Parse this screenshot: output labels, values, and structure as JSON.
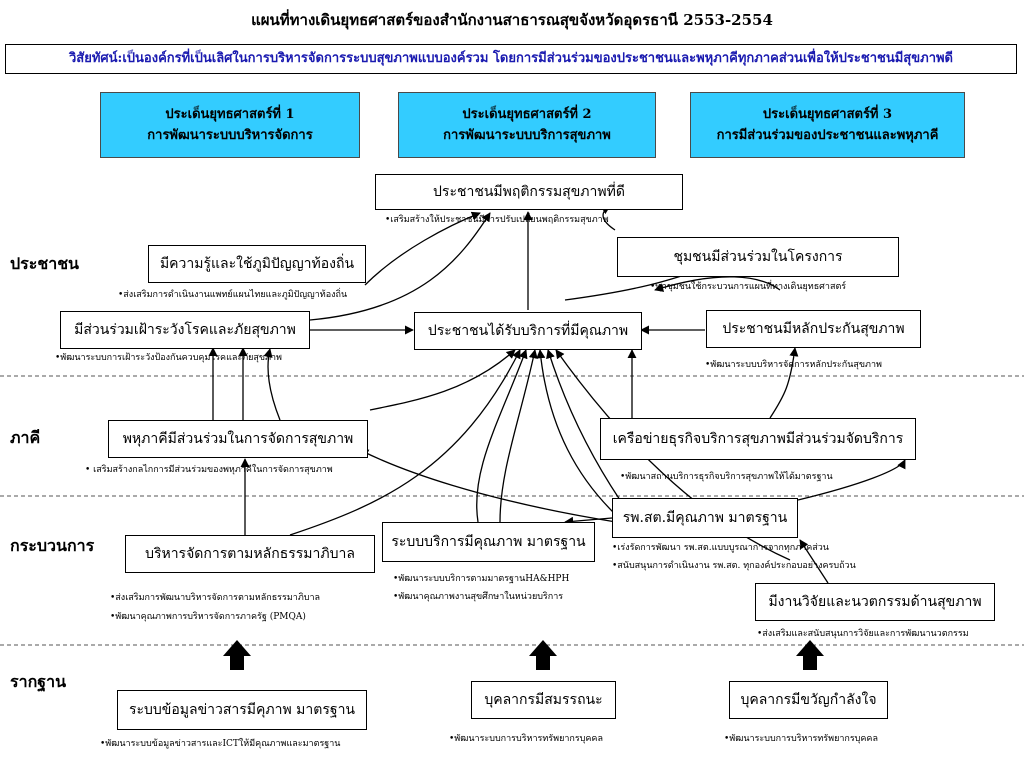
{
  "header": {
    "title": "แผนที่ทางเดินยุทธศาสตร์ของสำนักงานสาธารณสุขจังหวัดอุดรธานี 2553-2554",
    "vision": "วิสัยทัศน์:เป็นองค์กรที่เป็นเลิศในการบริหารจัดการระบบสุขภาพแบบองค์รวม โดยการมีส่วนร่วมของประชาชนและพหุภาคีทุกภาคส่วนเพื่อให้ประชาชนมีสุขภาพดี"
  },
  "issues": [
    {
      "line1": "ประเด็นยุทธศาสตร์ที่ 1",
      "line2": "การพัฒนาระบบบริหารจัดการ"
    },
    {
      "line1": "ประเด็นยุทธศาสตร์ที่ 2",
      "line2": "การพัฒนาระบบบริการสุขภาพ"
    },
    {
      "line1": "ประเด็นยุทธศาสตร์ที่ 3",
      "line2": "การมีส่วนร่วมของประชาชนและพหุภาคี"
    }
  ],
  "layers": {
    "people": "ประชาชน",
    "partners": "ภาคี",
    "process": "กระบวนการ",
    "foundation": "รากฐาน"
  },
  "people": {
    "good_behavior": "ประชาชนมีพฤติกรรมสุขภาพที่ดี",
    "good_behavior_note": "•เสริมสร้างให้ประชาชนมีการปรับเปลี่ยนพฤติกรรมสุขภาพ",
    "local_wisdom": "มีความรู้และใช้ภูมิปัญญาท้องถิ่น",
    "local_wisdom_note": "•ส่งเสริมการดำเนินงานแพทย์แผนไทยและภูมิปัญญาท้องถิ่น",
    "community": "ชุมชนมีส่วนร่วมในโครงการ",
    "community_note": "•ทุกชุมชนใช้กระบวนการแผนที่ทางเดินยุทธศาสตร์",
    "surveillance": "มีส่วนร่วมเฝ้าระวังโรคและภัยสุขภาพ",
    "surveillance_note": "•พัฒนาระบบการเฝ้าระวังป้องกันควบคุมโรคและภัยสุขภาพ",
    "quality_service": "ประชาชนได้รับบริการที่มีคุณภาพ",
    "insurance": "ประชาชนมีหลักประกันสุขภาพ",
    "insurance_note": "•พัฒนาระบบบริหารจัดการหลักประกันสุขภาพ"
  },
  "partners": {
    "participation": "พหุภาคีมีส่วนร่วมในการจัดการสุขภาพ",
    "participation_note": "• เสริมสร้างกลไกการมีส่วนร่วมของพหุภาคีในการจัดการสุขภาพ",
    "business": "เครือข่ายธุรกิจบริการสุขภาพมีส่วนร่วมจัดบริการ",
    "business_note": "•พัฒนาสถานบริการธุรกิจบริการสุขภาพให้ได้มาตรฐาน"
  },
  "process": {
    "governance": "บริหารจัดการตามหลักธรรมาภิบาล",
    "governance_note1": "•ส่งเสริมการพัฒนาบริหารจัดการตามหลักธรรมาภิบาล",
    "governance_note2": "•พัฒนาคุณภาพการบริหารจัดการภาครัฐ (PMQA)",
    "service_system": "ระบบบริการมีคุณภาพ มาตรฐาน",
    "service_system_note1": "•พัฒนาระบบบริการตามมาตรฐานHA&HPH",
    "service_system_note2": "•พัฒนาคุณภาพงานสุขศึกษาในหน่วยบริการ",
    "pcu": "รพ.สต.มีคุณภาพ มาตรฐาน",
    "pcu_note1": "•เร่งรัดการพัฒนา รพ.สต.แบบบูรณาการจากทุกภาคส่วน",
    "pcu_note2": "•สนับสนุนการดำเนินงาน รพ.สต. ทุกองค์ประกอบอย่างครบถ้วน",
    "research": "มีงานวิจัยและนวตกรรมด้านสุขภาพ",
    "research_note": "•ส่งเสริมและสนับสนุนการวิจัยและการพัฒนานวตกรรม"
  },
  "foundation": {
    "info": "ระบบข้อมูลข่าวสารมีคุภาพ มาตรฐาน",
    "info_note": "•พัฒนาระบบข้อมูลข่าวสารและICTให้มีคุณภาพและมาตรฐาน",
    "competent": "บุคลากรมีสมรรถนะ",
    "competent_note": "•พัฒนาระบบการบริหารทรัพยากรบุคคล",
    "morale": "บุคลากรมีขวัญกำลังใจ",
    "morale_note": "•พัฒนาระบบการบริหารทรัพยากรบุคคล"
  }
}
